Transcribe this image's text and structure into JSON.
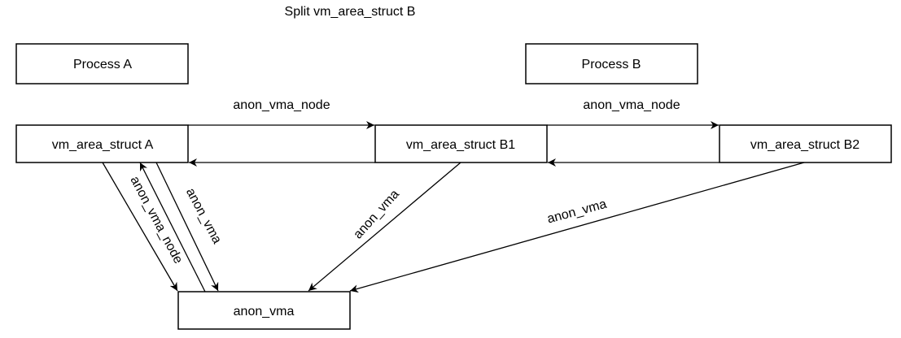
{
  "diagram": {
    "title": "Split vm_area_struct B",
    "line_color": "#000000",
    "background": "#ffffff",
    "boxes": {
      "process_a": "Process A",
      "process_b": "Process B",
      "vma_a": "vm_area_struct A",
      "vma_b1": "vm_area_struct B1",
      "vma_b2": "vm_area_struct B2",
      "anon_vma": "anon_vma"
    },
    "edge_labels": {
      "a_to_b1": "anon_vma_node",
      "b1_to_b2": "anon_vma_node",
      "a_down_node": "anon_vma_node",
      "a_up_vma": "anon_vma",
      "b1_to_anon": "anon_vma",
      "b2_to_anon": "anon_vma"
    }
  }
}
